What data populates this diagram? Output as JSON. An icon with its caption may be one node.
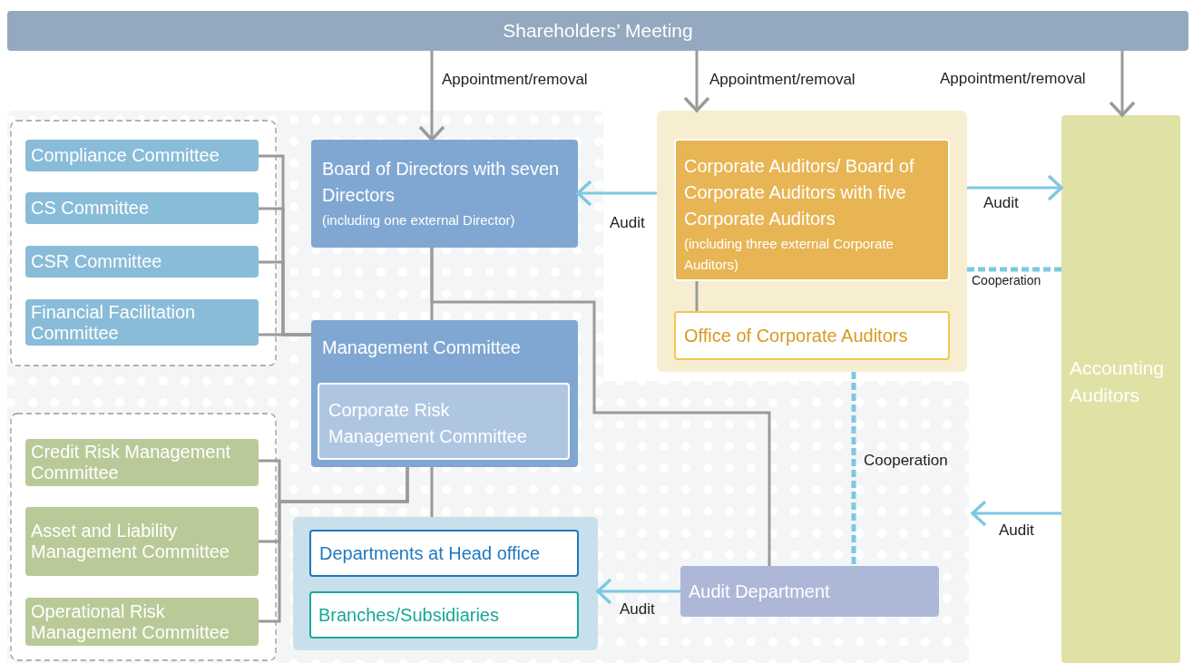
{
  "diagram": {
    "nodes": [
      {
        "text": [
          "Shareholders’ Meeting"
        ]
      },
      {
        "text": [
          "Compliance Committee"
        ]
      },
      {
        "text": [
          "CS Committee"
        ]
      },
      {
        "text": [
          "CSR Committee"
        ]
      },
      {
        "text": [
          "Financial Facilitation Committee"
        ]
      },
      {
        "text": [
          "Board of Directors with seven Directors",
          "(including one external Director)"
        ]
      },
      {
        "text": [],
        "shape": "box"
      },
      {
        "text": [
          "Corporate Auditors/ Board of Corporate Auditors with five Corporate Auditors",
          "(including three external Corporate Auditors)"
        ],
        "in": 6
      },
      {
        "text": [
          "Office of Corporate Auditors"
        ],
        "in": 6
      },
      {
        "text": [
          "Accounting Auditors"
        ]
      },
      {
        "text": [
          "Management Committee"
        ]
      },
      {
        "text": [
          "Corporate Risk Management Committee"
        ],
        "in": 10
      },
      {
        "text": [
          "Credit Risk Management Committee"
        ]
      },
      {
        "text": [
          "Asset and Liability Management Committee"
        ]
      },
      {
        "text": [
          "Operational Risk Management Committee"
        ]
      },
      {
        "text": [],
        "shape": "box"
      },
      {
        "text": [
          "Departments at Head office"
        ],
        "in": 15
      },
      {
        "text": [
          "Branches/Subsidiaries"
        ],
        "in": 15
      },
      {
        "text": [
          "Audit Department"
        ]
      }
    ],
    "edges": [
      {
        "from": 0,
        "to": 5,
        "arrow": "to",
        "label": "Appointment/removal"
      },
      {
        "from": 0,
        "to": 6,
        "arrow": "to",
        "label": "Appointment/removal"
      },
      {
        "from": 0,
        "to": 9,
        "arrow": "to",
        "label": "Appointment/removal"
      },
      {
        "from": 6,
        "to": 5,
        "arrow": "to",
        "label": "Audit",
        "color": "#7dc8e2"
      },
      {
        "from": 6,
        "to": 9,
        "arrow": "to",
        "label": "Audit",
        "color": "#7dc8e2"
      },
      {
        "from": 6,
        "to": 9,
        "arrow": "none",
        "label": "Cooperation",
        "style": "dashed",
        "color": "#7dc8e2"
      },
      {
        "from": 6,
        "to": 18,
        "arrow": "none",
        "label": "Cooperation",
        "style": "dashed",
        "color": "#7dc8e2"
      },
      {
        "from": 9,
        "to": null,
        "arrow": "to",
        "label": "Audit",
        "color": "#7dc8e2"
      },
      {
        "from": 18,
        "to": 15,
        "arrow": "to",
        "label": "Audit",
        "color": "#7dc8e2"
      },
      {
        "from": 7,
        "to": 8,
        "arrow": "none"
      },
      {
        "from": 5,
        "to": 10,
        "arrow": "none"
      },
      {
        "from": 5,
        "to": 18,
        "arrow": "none"
      },
      {
        "from": 1,
        "to": 10,
        "arrow": "none"
      },
      {
        "from": 2,
        "to": 10,
        "arrow": "none"
      },
      {
        "from": 3,
        "to": 10,
        "arrow": "none"
      },
      {
        "from": 4,
        "to": 10,
        "arrow": "none"
      },
      {
        "from": 12,
        "to": 10,
        "arrow": "none"
      },
      {
        "from": 13,
        "to": 10,
        "arrow": "none"
      },
      {
        "from": 14,
        "to": 10,
        "arrow": "none"
      },
      {
        "from": 10,
        "to": 15,
        "arrow": "none"
      }
    ]
  }
}
